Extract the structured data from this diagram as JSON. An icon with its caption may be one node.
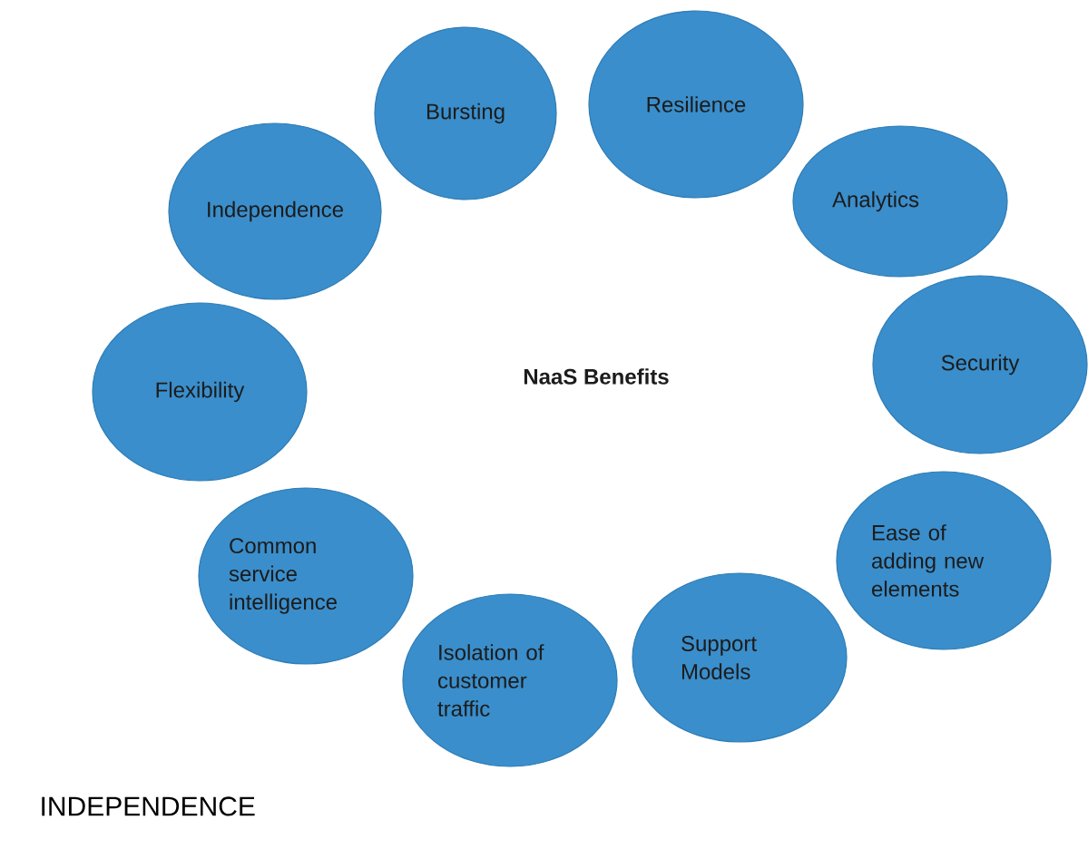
{
  "diagram": {
    "title": "NaaS Benefits",
    "nodes": [
      {
        "text": [
          "Bursting"
        ]
      },
      {
        "text": [
          "Resilience"
        ]
      },
      {
        "text": [
          "Independence"
        ]
      },
      {
        "text": [
          "Analytics"
        ]
      },
      {
        "text": [
          "Flexibility"
        ]
      },
      {
        "text": [
          "Security"
        ]
      },
      {
        "text": [
          "Ease of adding new elements"
        ]
      },
      {
        "text": [
          "Common service intelligence"
        ]
      },
      {
        "text": [
          "Support Models"
        ]
      },
      {
        "text": [
          "Isolation of customer traffic"
        ]
      }
    ],
    "labels": [
      "INDEPENDENCE"
    ]
  }
}
